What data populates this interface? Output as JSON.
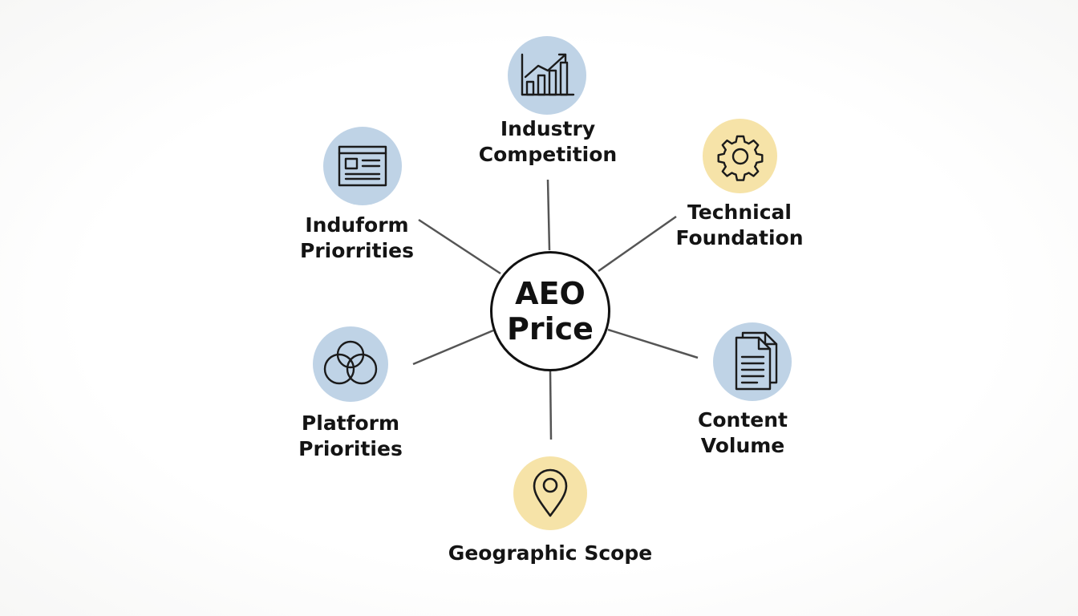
{
  "hub": {
    "line1": "AEO",
    "line2": "Price"
  },
  "factors": [
    {
      "id": "industry",
      "line1": "Industry",
      "line2": "Competition",
      "icon": "bar-chart-growth-icon",
      "color": "#bfd3e6"
    },
    {
      "id": "technical",
      "line1": "Technical",
      "line2": "Foundation",
      "icon": "gear-icon",
      "color": "#f6e3a8"
    },
    {
      "id": "content",
      "line1": "Content",
      "line2": "Volume",
      "icon": "documents-icon",
      "color": "#bfd3e6"
    },
    {
      "id": "geographic",
      "line1": "Geographic Scope",
      "line2": "",
      "icon": "location-pin-icon",
      "color": "#f6e3a8"
    },
    {
      "id": "platform",
      "line1": "Platform",
      "line2": "Priorities",
      "icon": "overlapping-circles-icon",
      "color": "#bfd3e6"
    },
    {
      "id": "induform",
      "line1": "Induform",
      "line2": "Priorrities",
      "icon": "browser-window-icon",
      "color": "#bfd3e6"
    }
  ],
  "colors": {
    "ink": "#111111",
    "line": "#555555",
    "blue": "#bfd3e6",
    "yellow": "#f6e3a8"
  }
}
